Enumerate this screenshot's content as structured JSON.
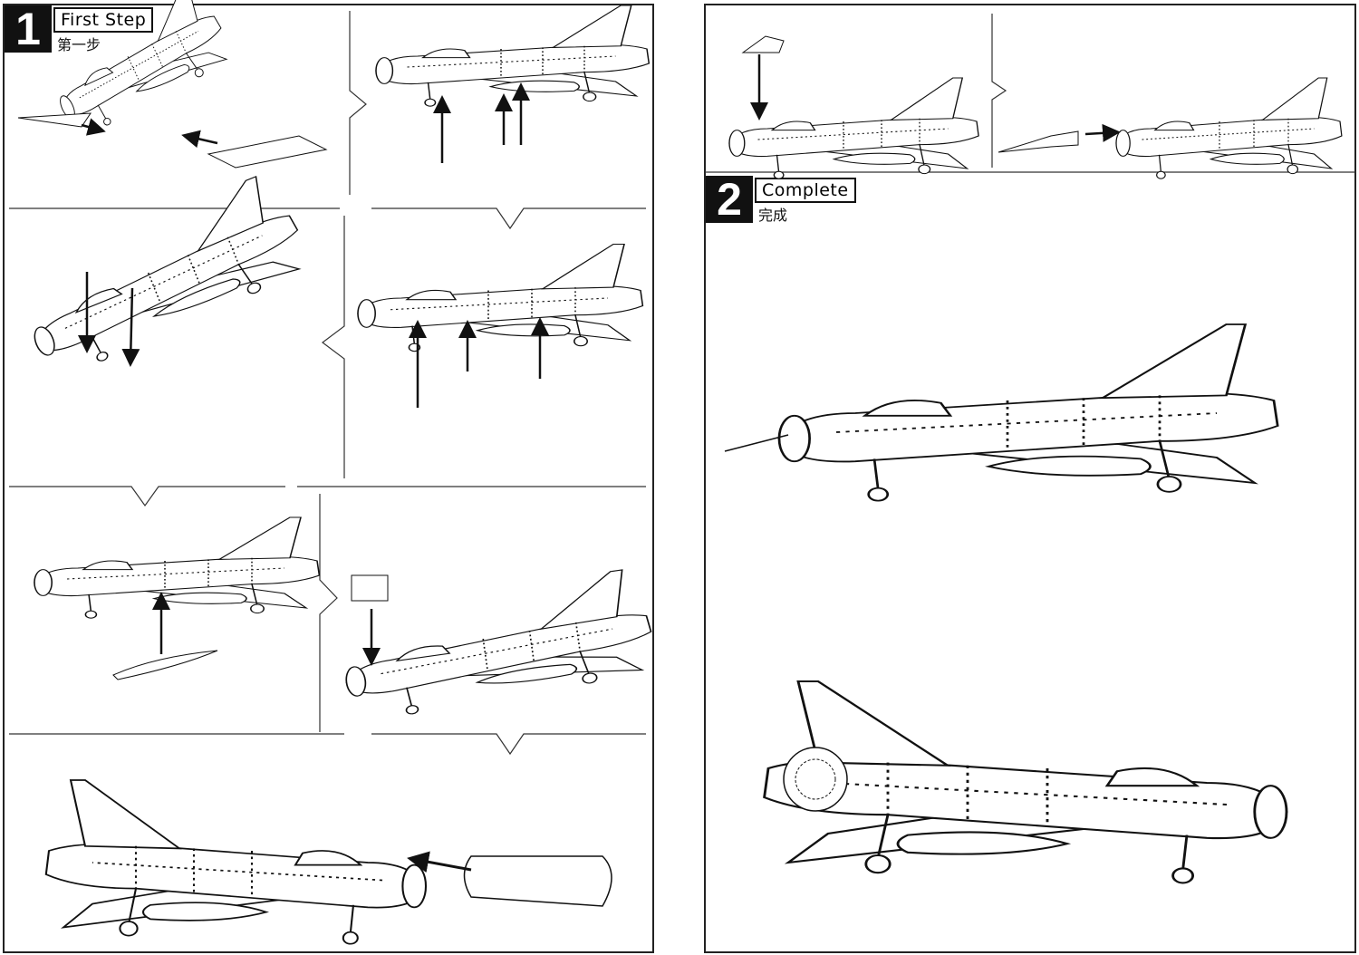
{
  "step1": {
    "number": "1",
    "title": "First Step",
    "subtitle": "第一步"
  },
  "step2": {
    "number": "2",
    "title": "Complete",
    "subtitle": "完成"
  },
  "colors": {
    "ink": "#111111",
    "paper": "#ffffff"
  }
}
